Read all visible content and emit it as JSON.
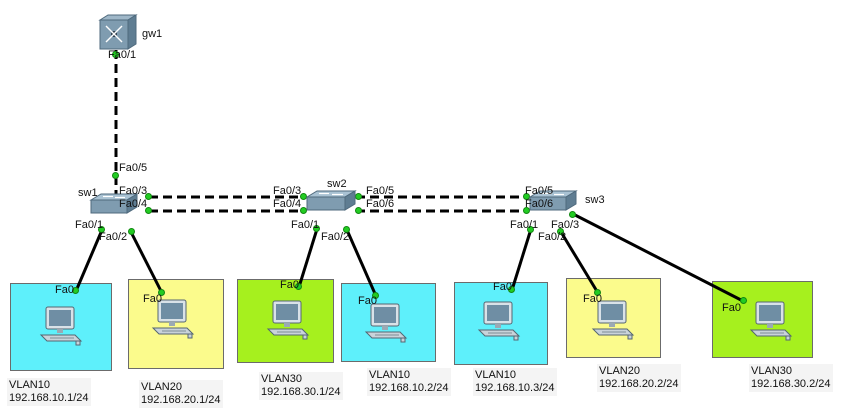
{
  "colors": {
    "vlan10": "#5ef0fb",
    "vlan20": "#fbfb8c",
    "vlan30": "#a6f01e",
    "trunk_link": "#000000",
    "port_dot": "#22cc22"
  },
  "devices": {
    "gw1": {
      "label": "gw1",
      "icon": "multilayer-switch-icon",
      "ports": {
        "p1": "Fa0/1"
      }
    },
    "sw1": {
      "label": "sw1",
      "icon": "switch-icon",
      "ports": {
        "p5": "Fa0/5",
        "p3": "Fa0/3",
        "p4": "Fa0/4",
        "p1": "Fa0/1",
        "p2": "Fa0/2"
      }
    },
    "sw2": {
      "label": "sw2",
      "icon": "switch-icon",
      "ports": {
        "p3": "Fa0/3",
        "p4": "Fa0/4",
        "p5": "Fa0/5",
        "p6": "Fa0/6",
        "p1": "Fa0/1",
        "p2": "Fa0/2"
      }
    },
    "sw3": {
      "label": "sw3",
      "icon": "switch-icon",
      "ports": {
        "p5": "Fa0/5",
        "p6": "Fa0/6",
        "p1": "Fa0/1",
        "p2": "Fa0/2",
        "p3": "Fa0/3"
      }
    }
  },
  "hosts": [
    {
      "port": "Fa0",
      "vlan": "VLAN10",
      "ip": "192.168.10.1/24",
      "icon": "pc-icon"
    },
    {
      "port": "Fa0",
      "vlan": "VLAN20",
      "ip": "192.168.20.1/24",
      "icon": "pc-icon"
    },
    {
      "port": "Fa0",
      "vlan": "VLAN30",
      "ip": "192.168.30.1/24",
      "icon": "pc-icon"
    },
    {
      "port": "Fa0",
      "vlan": "VLAN10",
      "ip": "192.168.10.2/24",
      "icon": "pc-icon"
    },
    {
      "port": "Fa0",
      "vlan": "VLAN10",
      "ip": "192.168.10.3/24",
      "icon": "pc-icon"
    },
    {
      "port": "Fa0",
      "vlan": "VLAN20",
      "ip": "192.168.20.2/24",
      "icon": "pc-icon"
    },
    {
      "port": "Fa0",
      "vlan": "VLAN30",
      "ip": "192.168.30.2/24",
      "icon": "pc-icon"
    }
  ]
}
